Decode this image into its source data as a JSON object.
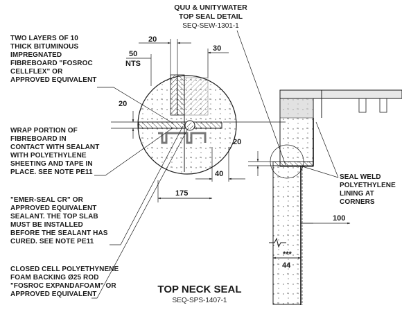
{
  "header": {
    "title_line1": "QUU & UNITYWATER",
    "title_line2": "TOP SEAL DETAIL",
    "reference": "SEQ-SEW-1301-1"
  },
  "notes": {
    "note1": [
      "TWO LAYERS OF 10",
      "THICK BITUMINOUS",
      "IMPREGNATED",
      "FIBREBOARD \"FOSROC",
      "CELLFLEX\" OR",
      "APPROVED EQUIVALENT"
    ],
    "note2": [
      "WRAP PORTION OF",
      "FIBREBOARD IN",
      "CONTACT WITH SEALANT",
      "WITH POLYETHYLENE",
      "SHEETING AND TAPE IN",
      "PLACE. SEE NOTE PE11"
    ],
    "note3": [
      "\"EMER-SEAL CR\" OR",
      "APPROVED EQUIVALENT",
      "SEALANT. THE TOP SLAB",
      "MUST BE INSTALLED",
      "BEFORE THE SEALANT HAS",
      "CURED. SEE NOTE PE11"
    ],
    "note4": [
      "CLOSED CELL POLYETHYNENE",
      "FOAM BACKING Ø25 ROD",
      "\"FOSROC EXPANDAFOAM\" OR",
      "APPROVED EQUIVALENT"
    ],
    "note5": [
      "SEAL WELD",
      "POLYETHYLENE",
      "LINING AT",
      "CORNERS"
    ]
  },
  "dimensions": {
    "d20_top": "20",
    "d30": "30",
    "d50": "50",
    "nts": "NTS",
    "d20_left": "20",
    "d20_right": "20",
    "d40": "40",
    "d175": "175",
    "d100": "100",
    "d44": "44",
    "d44_mark": "***"
  },
  "footer": {
    "title": "TOP NECK SEAL",
    "reference": "SEQ-SPS-1407-1"
  }
}
